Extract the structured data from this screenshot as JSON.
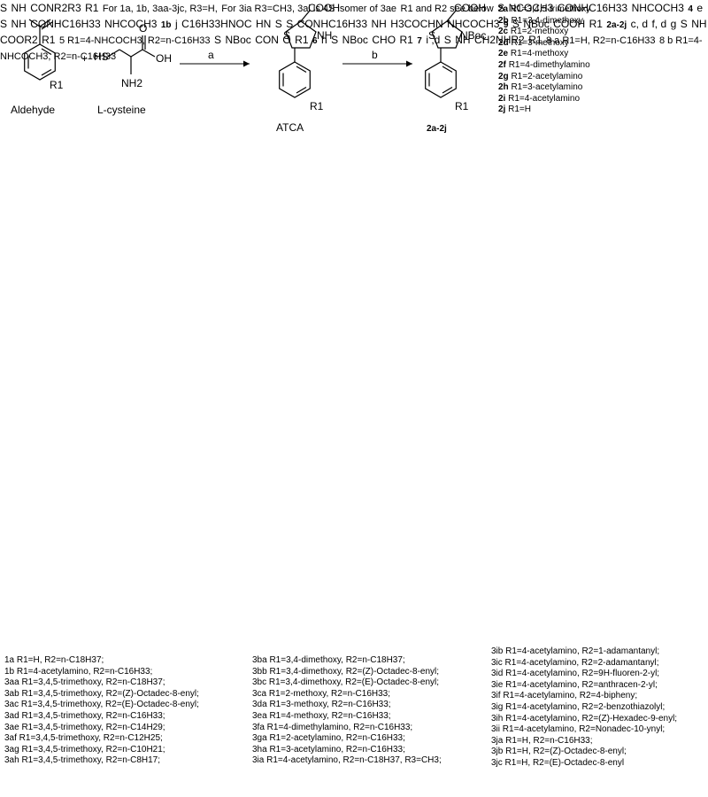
{
  "reagents": {
    "a": "a",
    "b": "b",
    "cd": "c, d",
    "e": "e",
    "fd": "f, d",
    "g": "g",
    "h": "h",
    "id": "i ,d",
    "j": "j"
  },
  "labels": {
    "aldehyde": "Aldehyde",
    "cysteine": "L-cysteine",
    "atca": "ATCA",
    "compound_2a2j": "2a-2j",
    "compound_4": "4",
    "compound_1b": "1b",
    "compound_9": "9",
    "compound_6": "6",
    "compound_7": "7",
    "plus": "+"
  },
  "groups": {
    "cooh": "COOH",
    "oh": "OH",
    "nh2": "NH2",
    "hs": "HS",
    "nh": "NH",
    "s": "S",
    "nboc": "NBoc",
    "r1": "R1",
    "conr2r3": "CONR2R3",
    "conhc16": "CONHC16H33",
    "ncoch3": "NCOCH3",
    "nhcoch3": "NHCOCH3",
    "cooR2": "COOR2",
    "cho": "CHO",
    "ch2nhr2": "CH2NHR2",
    "c16hnoc": "C16H33HNOC",
    "h3cocnh": "H3COCHN",
    "con": "CON",
    "o": "O",
    "hn": "HN"
  },
  "r1_list_2": [
    {
      "id": "2a",
      "text": "R1=3,4,5-trimethoxy"
    },
    {
      "id": "2b",
      "text": "R1=3,4-dimethoxy"
    },
    {
      "id": "2c",
      "text": "R1=2-methoxy"
    },
    {
      "id": "2d",
      "text": "R1=3-methoxy"
    },
    {
      "id": "2e",
      "text": "R1=4-methoxy"
    },
    {
      "id": "2f",
      "text": "R1=4-dimethylamino"
    },
    {
      "id": "2g",
      "text": "R1=2-acetylamino"
    },
    {
      "id": "2h",
      "text": "R1=3-acetylamino"
    },
    {
      "id": "2i",
      "text": "R1=4-acetylamino"
    },
    {
      "id": "2j",
      "text": "R1=H"
    }
  ],
  "notes_1": [
    "For 1a, 1b, 3aa-3jc, R3=H,",
    "For 3ia R3=CH3, 3ai is 4S isomer of 3ae",
    "R1 and R2 see below"
  ],
  "note_5": "5 R1=4-NHCOCH3, R2=n-C16H33",
  "note_8": [
    "8 a R1=H, R2=n-C16H33",
    "8 b R1=4-NHCOCH3, R2=n-C16H33"
  ],
  "compound_lists": {
    "col1": [
      "1a R1=H, R2=n-C18H37;",
      "1b R1=4-acetylamino, R2=n-C16H33;",
      "3aa R1=3,4,5-trimethoxy, R2=n-C18H37;",
      "3ab R1=3,4,5-trimethoxy, R2=(Z)-Octadec-8-enyl;",
      "3ac R1=3,4,5-trimethoxy, R2=(E)-Octadec-8-enyl;",
      "3ad R1=3,4,5-trimethoxy, R2=n-C16H33;",
      "3ae R1=3,4,5-trimethoxy, R2=n-C14H29;",
      "3af R1=3,4,5-trimethoxy, R2=n-C12H25;",
      "3ag R1=3,4,5-trimethoxy, R2=n-C10H21;",
      "3ah R1=3,4,5-trimethoxy, R2=n-C8H17;"
    ],
    "col2": [
      "3ba R1=3,4-dimethoxy, R2=n-C18H37;",
      "3bb R1=3,4-dimethoxy, R2=(Z)-Octadec-8-enyl;",
      "3bc R1=3,4-dimethoxy, R2=(E)-Octadec-8-enyl;",
      "3ca R1=2-methoxy, R2=n-C16H33;",
      "3da R1=3-methoxy, R2=n-C16H33;",
      "3ea R1=4-methoxy, R2=n-C16H33;",
      "3fa R1=4-dimethylamino, R2=n-C16H33;",
      "3ga R1=2-acetylamino, R2=n-C16H33;",
      "3ha R1=3-acetylamino, R2=n-C16H33;",
      "3ia R1=4-acetylamino, R2=n-C18H37, R3=CH3;"
    ],
    "col3": [
      "3ib R1=4-acetylamino, R2=1-adamantanyl;",
      "3ic R1=4-acetylamino, R2=2-adamantanyl;",
      "3id R1=4-acetylamino, R2=9H-fluoren-2-yl;",
      "3ie R1=4-acetylamino, R2=anthracen-2-yl;",
      "3if R1=4-acetylamino, R2=4-bipheny;",
      "3ig R1=4-acetylamino, R2=2-benzothiazolyl;",
      "3ih R1=4-acetylamino, R2=(Z)-Hexadec-9-enyl;",
      "3ii R1=4-acetylamino, R2=Nonadec-10-ynyl;",
      "3ja R1=H, R2=n-C16H33;",
      "3jb R1=H, R2=(Z)-Octadec-8-enyl;",
      "3jc R1=H, R2=(E)-Octadec-8-enyl"
    ]
  }
}
